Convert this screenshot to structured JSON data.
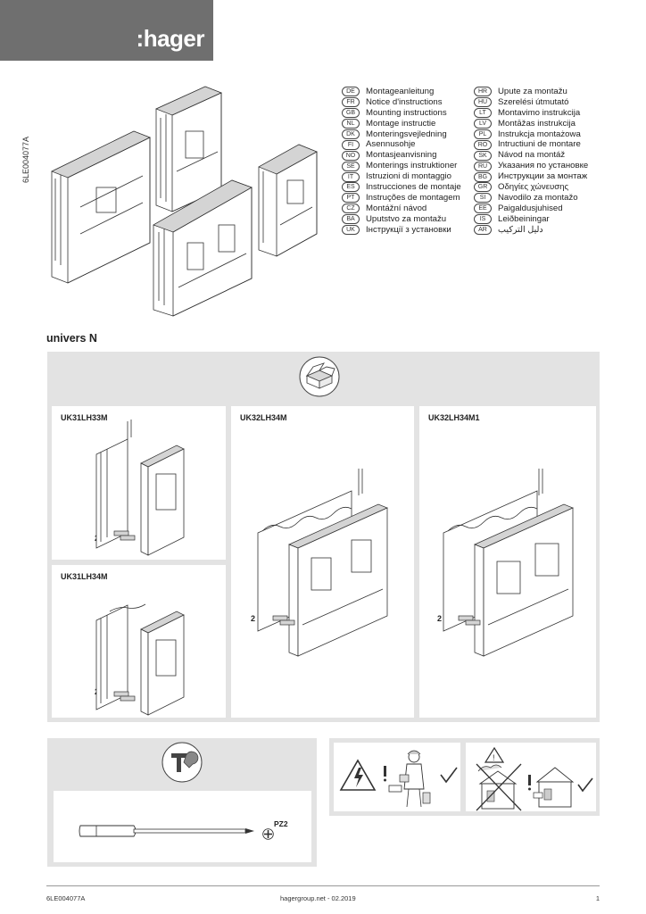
{
  "brand": {
    "logo": ":hager"
  },
  "document_id_vertical": "6LE004077A",
  "languages_left": [
    {
      "code": "DE",
      "text": "Montageanleitung"
    },
    {
      "code": "FR",
      "text": "Notice d'instructions"
    },
    {
      "code": "GB",
      "text": "Mounting instructions"
    },
    {
      "code": "NL",
      "text": "Montage instructie"
    },
    {
      "code": "DK",
      "text": "Monteringsvejledning"
    },
    {
      "code": "FI",
      "text": "Asennusohje"
    },
    {
      "code": "NO",
      "text": "Montasjeanvisning"
    },
    {
      "code": "SE",
      "text": "Monterings instruktioner"
    },
    {
      "code": "IT",
      "text": "Istruzioni di montaggio"
    },
    {
      "code": "ES",
      "text": "Instrucciones de montaje"
    },
    {
      "code": "PT",
      "text": "Instruções de montagem"
    },
    {
      "code": "CZ",
      "text": "Montážní návod"
    },
    {
      "code": "BA",
      "text": "Uputstvo za montažu"
    },
    {
      "code": "UK",
      "text": "Інструкції з установки"
    }
  ],
  "languages_right": [
    {
      "code": "HR",
      "text": "Upute za montažu"
    },
    {
      "code": "HU",
      "text": "Szerelési útmutató"
    },
    {
      "code": "LT",
      "text": "Montavimo instrukcija"
    },
    {
      "code": "LV",
      "text": "Montāžas instrukcija"
    },
    {
      "code": "PL",
      "text": "Instrukcja montażowa"
    },
    {
      "code": "RO",
      "text": "Intructiuni de montare"
    },
    {
      "code": "SK",
      "text": "Návod na montáž"
    },
    {
      "code": "RU",
      "text": "Указания по установке"
    },
    {
      "code": "BG",
      "text": "Инструкции за монтаж"
    },
    {
      "code": "GR",
      "text": "Οδηγίες χώνευσης"
    },
    {
      "code": "SI",
      "text": "Navodilo za montažo"
    },
    {
      "code": "EE",
      "text": "Paigaldusjuhised"
    },
    {
      "code": "IS",
      "text": "Leiðbeiningar"
    },
    {
      "code": "AR",
      "text": "دليل التركيب"
    }
  ],
  "product_title": "univers N",
  "products": [
    {
      "code": "UK31LH33M",
      "qty": "2 x"
    },
    {
      "code": "UK32LH34M",
      "qty": "2 x"
    },
    {
      "code": "UK32LH34M1",
      "qty": "2 x"
    },
    {
      "code": "UK31LH34M",
      "qty": "2 x"
    }
  ],
  "tool": {
    "bit": "PZ2"
  },
  "footer": {
    "doc_id": "6LE004077A",
    "center": "hagergroup.net - 02.2019",
    "page": "1"
  },
  "icons": [
    "box-package-icon",
    "tools-icon",
    "screwdriver-icon",
    "phillips-cross-icon",
    "electrical-hazard-icon",
    "electrician-icon",
    "check-icon",
    "house-icon"
  ]
}
